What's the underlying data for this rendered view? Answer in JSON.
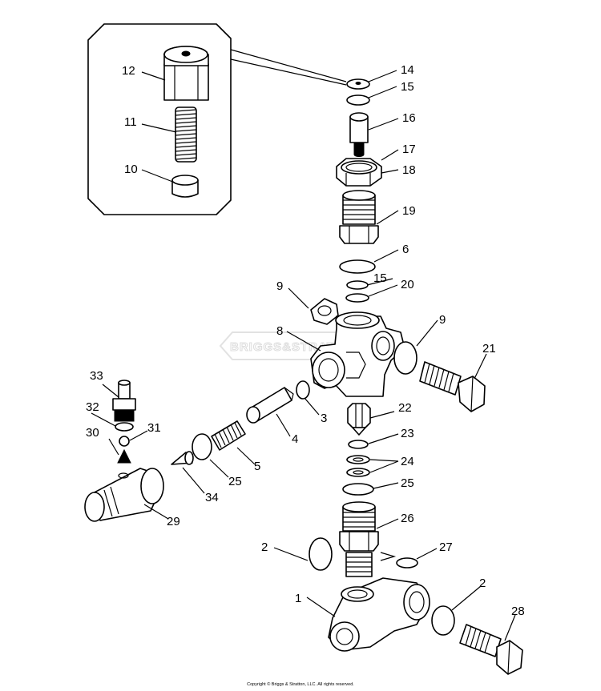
{
  "watermark": "BRIGGS&STRATTON",
  "copyright": "Copyright © Briggs & Stratton, LLC. All rights reserved.",
  "callouts": [
    "1",
    "2",
    "2",
    "3",
    "4",
    "5",
    "6",
    "8",
    "9",
    "9",
    "10",
    "11",
    "12",
    "14",
    "15",
    "15",
    "16",
    "17",
    "18",
    "19",
    "20",
    "21",
    "22",
    "23",
    "24",
    "25",
    "25",
    "26",
    "27",
    "28",
    "29",
    "30",
    "31",
    "32",
    "33",
    "34"
  ]
}
